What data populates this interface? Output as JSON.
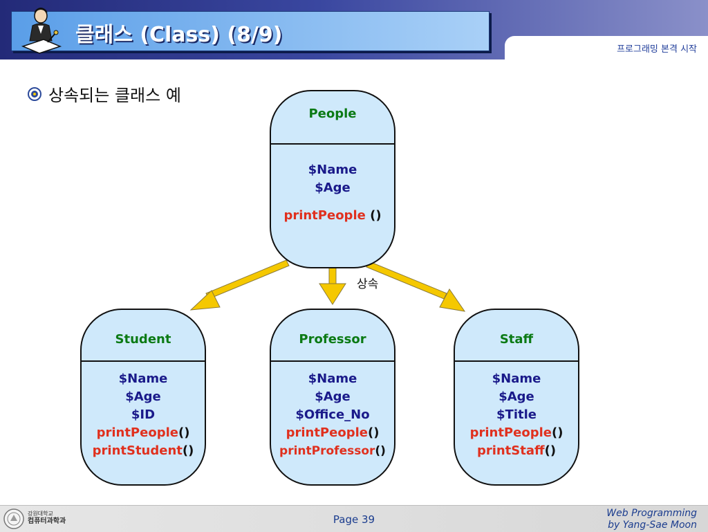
{
  "header": {
    "title": "클래스 (Class) (8/9)",
    "subtitle": "프로그래밍 본격 시작",
    "icon": "presenter-at-desk-icon"
  },
  "bullet": {
    "icon": "emblem-bullet-icon",
    "text": "상속되는 클래스 예"
  },
  "arrows": {
    "label": "상속",
    "color": "#f5c800"
  },
  "classes": {
    "people": {
      "name": "People",
      "attributes": [
        "$Name",
        "$Age"
      ],
      "methods": [
        {
          "name": "printPeople ",
          "parens": "()"
        }
      ]
    },
    "student": {
      "name": "Student",
      "attributes": [
        "$Name",
        "$Age",
        "$ID"
      ],
      "methods": [
        {
          "name": "printPeople",
          "parens": "()"
        },
        {
          "name": "printStudent",
          "parens": "()"
        }
      ]
    },
    "professor": {
      "name": "Professor",
      "attributes": [
        "$Name",
        "$Age",
        "$Office_No"
      ],
      "methods": [
        {
          "name": "printPeople",
          "parens": "()"
        },
        {
          "name": "printProfessor",
          "parens": "()"
        }
      ]
    },
    "staff": {
      "name": "Staff",
      "attributes": [
        "$Name",
        "$Age",
        "$Title"
      ],
      "methods": [
        {
          "name": "printPeople",
          "parens": "()"
        },
        {
          "name": "printStaff",
          "parens": "()"
        }
      ]
    }
  },
  "footer": {
    "univ_line1": "강원대학교",
    "univ_line2": "컴퓨터과학과",
    "page": "Page 39",
    "credit_line1": "Web Programming",
    "credit_line2": "by Yang-Sae Moon",
    "logo_icon": "university-seal-icon"
  },
  "colors": {
    "header_dark": "#232a78",
    "title_box": "#5a9ee8",
    "class_fill": "#cfe9fb",
    "class_name": "#0b7a14",
    "attribute": "#1a1a8a",
    "method": "#e0301e"
  }
}
